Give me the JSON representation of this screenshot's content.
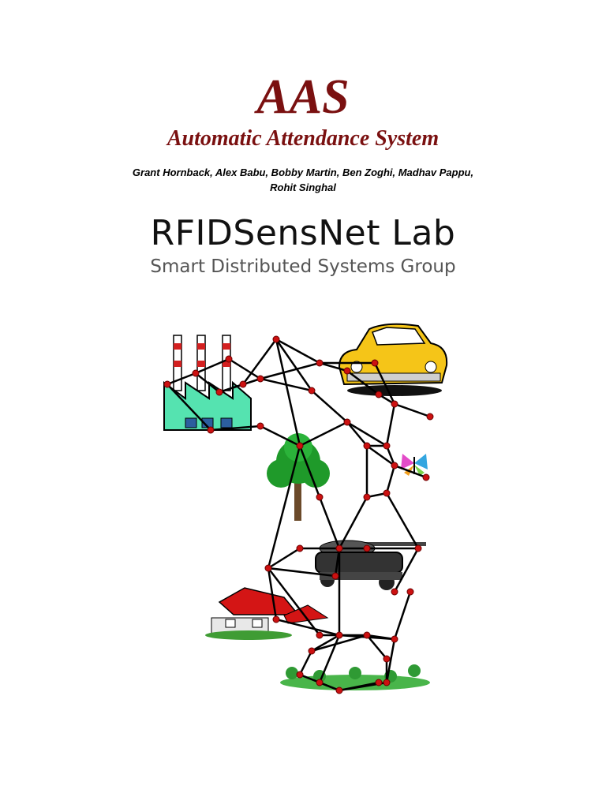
{
  "document": {
    "title": "AAS",
    "subtitle": "Automatic Attendance System",
    "authors_line1": "Grant Hornback, Alex Babu, Bobby Martin, Ben Zoghi, Madhav Pappu,",
    "authors_line2": "Rohit Singhal",
    "lab_name": "RFIDSensNet Lab",
    "group_name": "Smart Distributed Systems Group"
  },
  "colors": {
    "title": "#7a1010",
    "node": "#cc1111",
    "link": "#000000"
  },
  "illustration": {
    "icons": [
      "factory-icon",
      "car-icon",
      "tree-icon",
      "butterfly-icon",
      "tank-icon",
      "house-icon",
      "grass-icon"
    ]
  }
}
